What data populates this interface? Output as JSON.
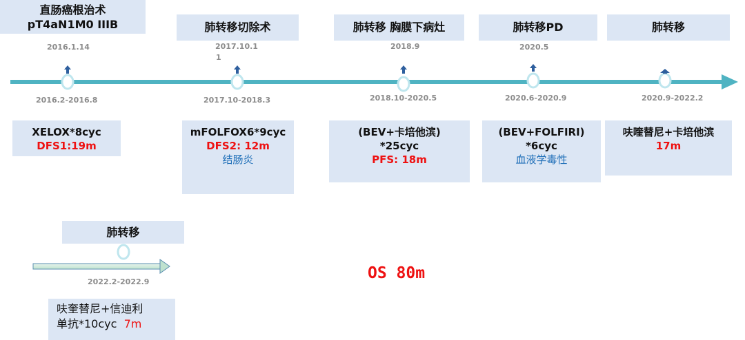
{
  "events": [
    {
      "title1": "直肠癌根治术",
      "title2": "pT4aN1M0 IIIB",
      "date": "2016.1.14",
      "period": "2016.2-2016.8",
      "treat1": "XELOX*8cyc",
      "treat2": "DFS1:19m"
    },
    {
      "title1": "肺转移切除术",
      "date": "2017.10.1",
      "date_extra": "1",
      "period": "2017.10-2018.3",
      "treat1": "mFOLFOX6*9cyc",
      "treat2": "DFS2: 12m",
      "treat3": "结肠炎"
    },
    {
      "title1": "肺转移 胸膜下病灶",
      "date": "2018.9",
      "period": "2018.10-2020.5",
      "treat1": "(BEV+卡培他滨)",
      "treat2": "*25cyc",
      "treat3": "PFS: 18m"
    },
    {
      "title1": "肺转移PD",
      "date": "2020.5",
      "period": "2020.6-2020.9",
      "treat1": "(BEV+FOLFIRI)",
      "treat2": "*6cyc",
      "treat3": "血液学毒性"
    },
    {
      "title1": "肺转移",
      "period": "2020.9-2022.2",
      "treat1": "呋喹替尼+卡培他滨",
      "treat2": "17m"
    },
    {
      "title1": "肺转移",
      "period": "2022.2-2022.9",
      "treat1": "呋奎替尼+信迪利",
      "treat2": "单抗*10cyc",
      "treat3": "7m"
    }
  ],
  "os": "OS 80m",
  "colors": {
    "timeline": "#4fb3c2",
    "box": "#dce6f4",
    "red": "#ee1111",
    "blue": "#1f6fb8",
    "arrow": "#2e5f9e"
  }
}
